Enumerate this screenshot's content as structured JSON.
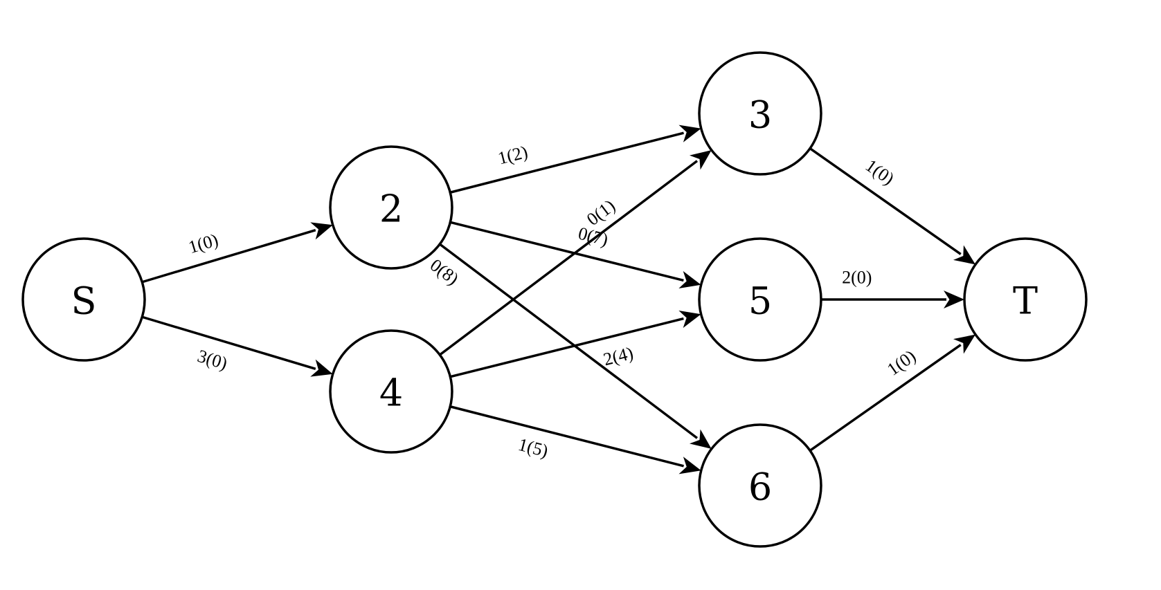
{
  "diagram": {
    "type": "flow-network",
    "nodes": [
      {
        "id": "S",
        "label": "S"
      },
      {
        "id": "2",
        "label": "2"
      },
      {
        "id": "4",
        "label": "4"
      },
      {
        "id": "3",
        "label": "3"
      },
      {
        "id": "5",
        "label": "5"
      },
      {
        "id": "6",
        "label": "6"
      },
      {
        "id": "T",
        "label": "T"
      }
    ],
    "edges": [
      {
        "from": "S",
        "to": "2",
        "label": "1(0)"
      },
      {
        "from": "S",
        "to": "4",
        "label": "3(0)"
      },
      {
        "from": "2",
        "to": "3",
        "label": "1(2)"
      },
      {
        "from": "2",
        "to": "5",
        "label": "0(7)"
      },
      {
        "from": "2",
        "to": "6",
        "label": "0(8)"
      },
      {
        "from": "4",
        "to": "3",
        "label": "0(1)"
      },
      {
        "from": "4",
        "to": "5",
        "label": "2(4)"
      },
      {
        "from": "4",
        "to": "6",
        "label": "1(5)"
      },
      {
        "from": "3",
        "to": "T",
        "label": "1(0)"
      },
      {
        "from": "5",
        "to": "T",
        "label": "2(0)"
      },
      {
        "from": "6",
        "to": "T",
        "label": "1(0)"
      }
    ]
  }
}
